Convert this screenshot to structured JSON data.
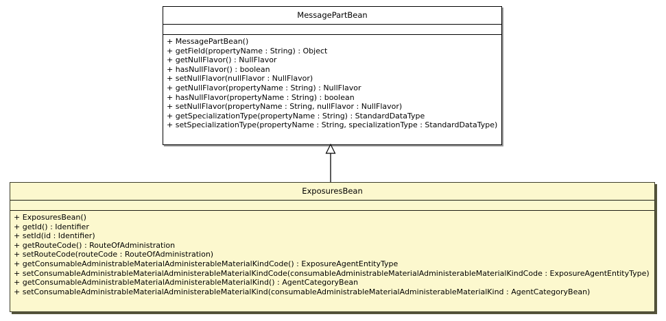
{
  "diagram": {
    "type": "uml-class-diagram",
    "background": "#ffffff",
    "relationship": {
      "kind": "generalization",
      "label": "",
      "from": "ExposuresBean",
      "to": "MessagePartBean",
      "arrow": "hollow-triangle"
    }
  },
  "classes": [
    {
      "id": "message-part-bean",
      "name": "MessagePartBean",
      "fill": "#ffffff",
      "stroke": "#000000",
      "attributes": [],
      "operations": [
        "+ MessagePartBean()",
        "+ getField(propertyName : String) : Object",
        "+ getNullFlavor() : NullFlavor",
        "+ hasNullFlavor() : boolean",
        "+ setNullFlavor(nullFlavor : NullFlavor)",
        "+ getNullFlavor(propertyName : String) : NullFlavor",
        "+ hasNullFlavor(propertyName : String) : boolean",
        "+ setNullFlavor(propertyName : String, nullFlavor : NullFlavor)",
        "+ getSpecializationType(propertyName : String) : StandardDataType",
        "+ setSpecializationType(propertyName : String, specializationType : StandardDataType)"
      ]
    },
    {
      "id": "exposures-bean",
      "name": "ExposuresBean",
      "fill": "#fcf8ce",
      "stroke": "#3b3b28",
      "attributes": [],
      "operations": [
        "+ ExposuresBean()",
        "+ getId() : Identifier",
        "+ setId(id : Identifier)",
        "+ getRouteCode() : RouteOfAdministration",
        "+ setRouteCode(routeCode : RouteOfAdministration)",
        "+ getConsumableAdministrableMaterialAdministerableMaterialKindCode() : ExposureAgentEntityType",
        "+ setConsumableAdministrableMaterialAdministerableMaterialKindCode(consumableAdministrableMaterialAdministerableMaterialKindCode : ExposureAgentEntityType)",
        "+ getConsumableAdministrableMaterialAdministerableMaterialKind() : AgentCategoryBean",
        "+ setConsumableAdministrableMaterialAdministerableMaterialKind(consumableAdministrableMaterialAdministerableMaterialKind : AgentCategoryBean)"
      ]
    }
  ]
}
